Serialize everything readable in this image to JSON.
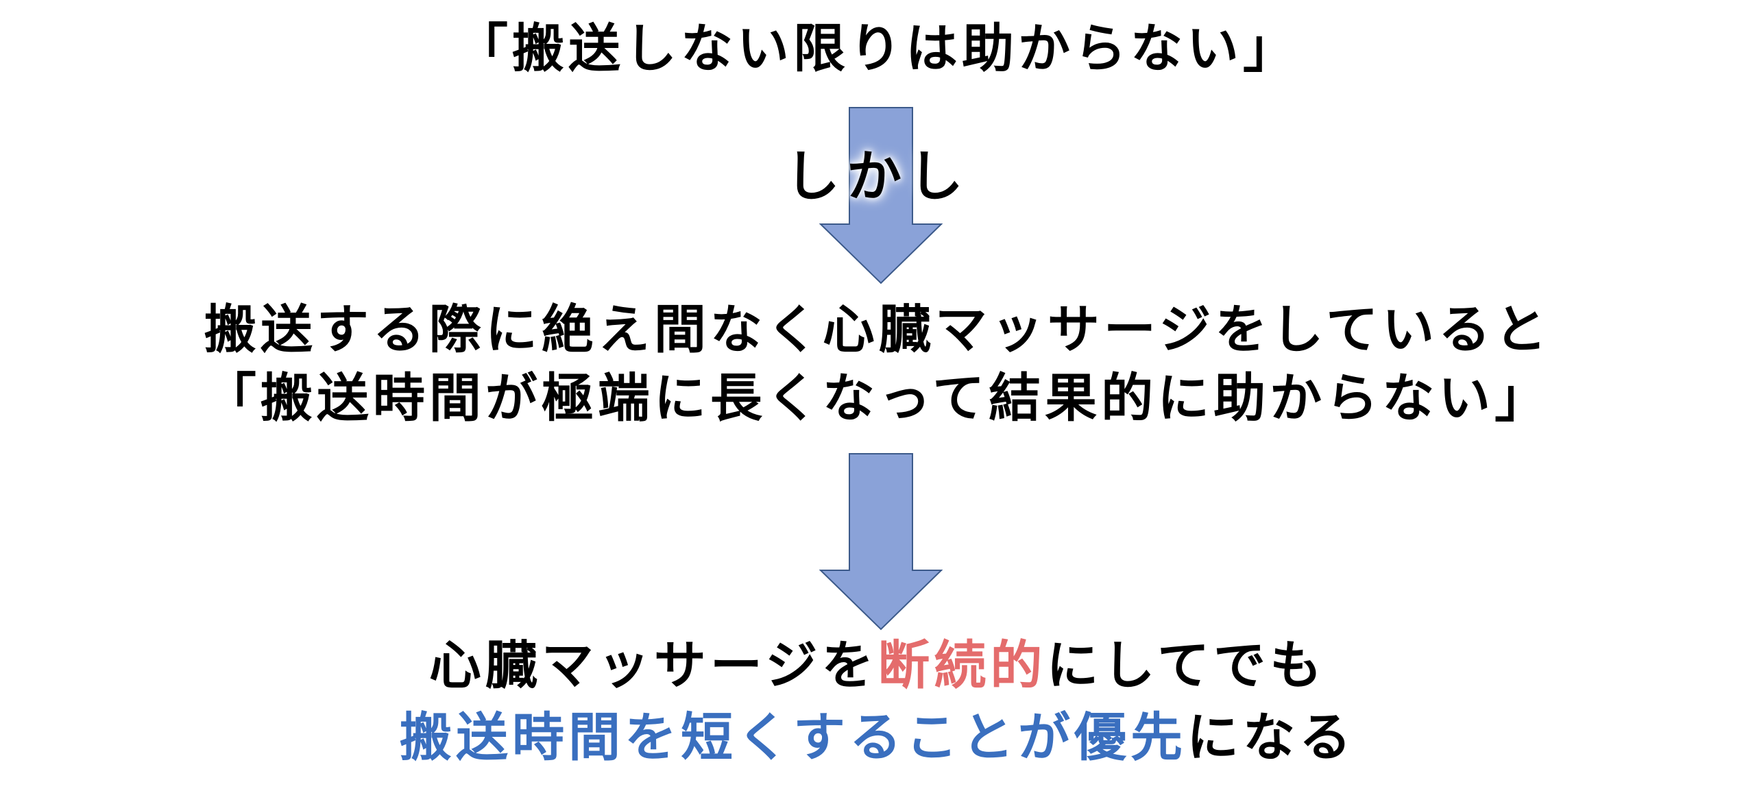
{
  "colors": {
    "arrow_fill": "#8aa2d8",
    "arrow_stroke": "#3c5a8a",
    "text": "#000000",
    "accent_red": "#e46c6c",
    "accent_blue": "#3a6fbf"
  },
  "statement_top": "「搬送しない限りは助からない」",
  "connector_label": "しかし",
  "statement_middle": {
    "line1": "搬送する際に絶え間なく心臓マッサージをしていると",
    "line2": "「搬送時間が極端に長くなって結果的に助からない」"
  },
  "conclusion": {
    "line1": {
      "prefix": "心臓マッサージを",
      "highlight": "断続的",
      "suffix": "にしてでも"
    },
    "line2": {
      "part1": "搬送時間を短く",
      "part2": "することが",
      "part3": "優先",
      "suffix": "になる"
    }
  }
}
